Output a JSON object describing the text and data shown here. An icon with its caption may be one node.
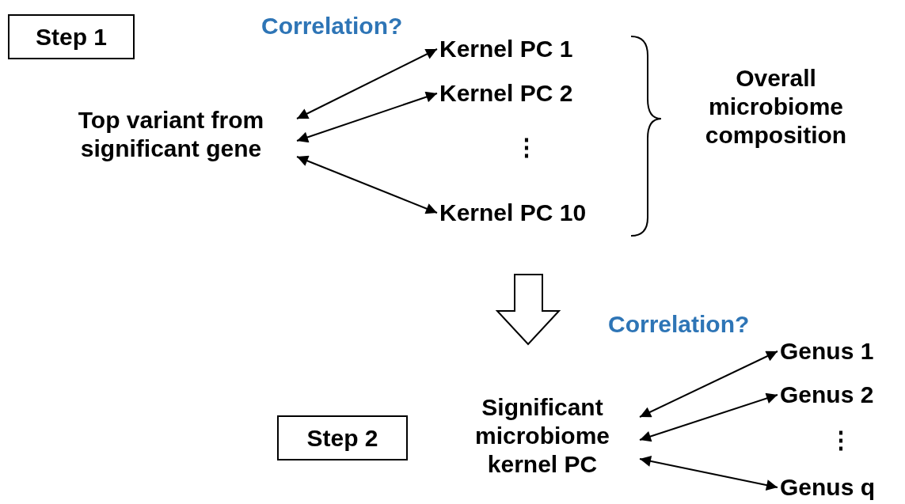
{
  "diagram": {
    "nodes": [
      {
        "text": [
          "Step 1"
        ]
      },
      {
        "text": [
          "Top variant from significant gene"
        ]
      },
      {
        "text": [
          "Kernel PC 1"
        ]
      },
      {
        "text": [
          "Kernel PC 2"
        ]
      },
      {
        "text": [
          "Kernel PC 10"
        ]
      },
      {
        "text": [
          "Overall microbiome composition"
        ]
      },
      {
        "text": [
          "Step 2"
        ]
      },
      {
        "text": [
          "Significant microbiome kernel PC"
        ]
      },
      {
        "text": [
          "Genus 1"
        ]
      },
      {
        "text": [
          "Genus 2"
        ]
      },
      {
        "text": [
          "Genus q"
        ]
      }
    ],
    "edges": [
      {
        "from": 1,
        "to": 2,
        "arrow": "both"
      },
      {
        "from": 1,
        "to": 3,
        "arrow": "both"
      },
      {
        "from": 1,
        "to": 4,
        "arrow": "both"
      },
      {
        "from": 7,
        "to": 8,
        "arrow": "both"
      },
      {
        "from": 7,
        "to": 9,
        "arrow": "both"
      },
      {
        "from": 7,
        "to": 10,
        "arrow": "both"
      }
    ],
    "labels": [
      "Correlation?",
      "⋮",
      "Correlation?",
      "⋮"
    ]
  }
}
